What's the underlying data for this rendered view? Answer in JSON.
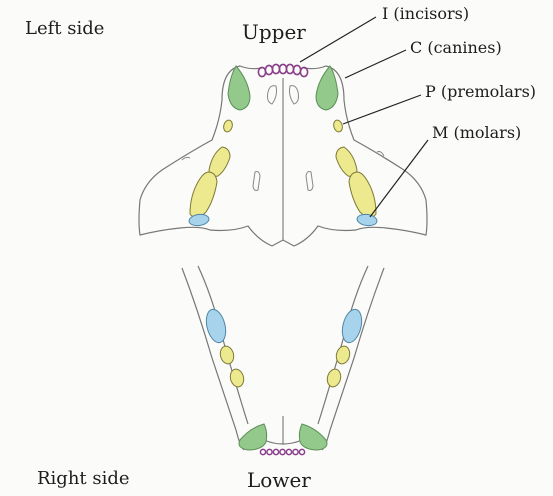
{
  "labels": {
    "left_side": "Left side",
    "right_side": "Right side",
    "upper": "Upper",
    "lower": "Lower"
  },
  "tooth_labels": {
    "incisors": "I (incisors)",
    "canines": "C (canines)",
    "premolars": "P (premolars)",
    "molars": "M (molars)"
  },
  "colors": {
    "canine": "#93c98a",
    "premolar": "#ece98f",
    "molar": "#a7d3ec",
    "incisor": "#8a3e8a",
    "outline": "#777777",
    "leader": "#222222"
  }
}
